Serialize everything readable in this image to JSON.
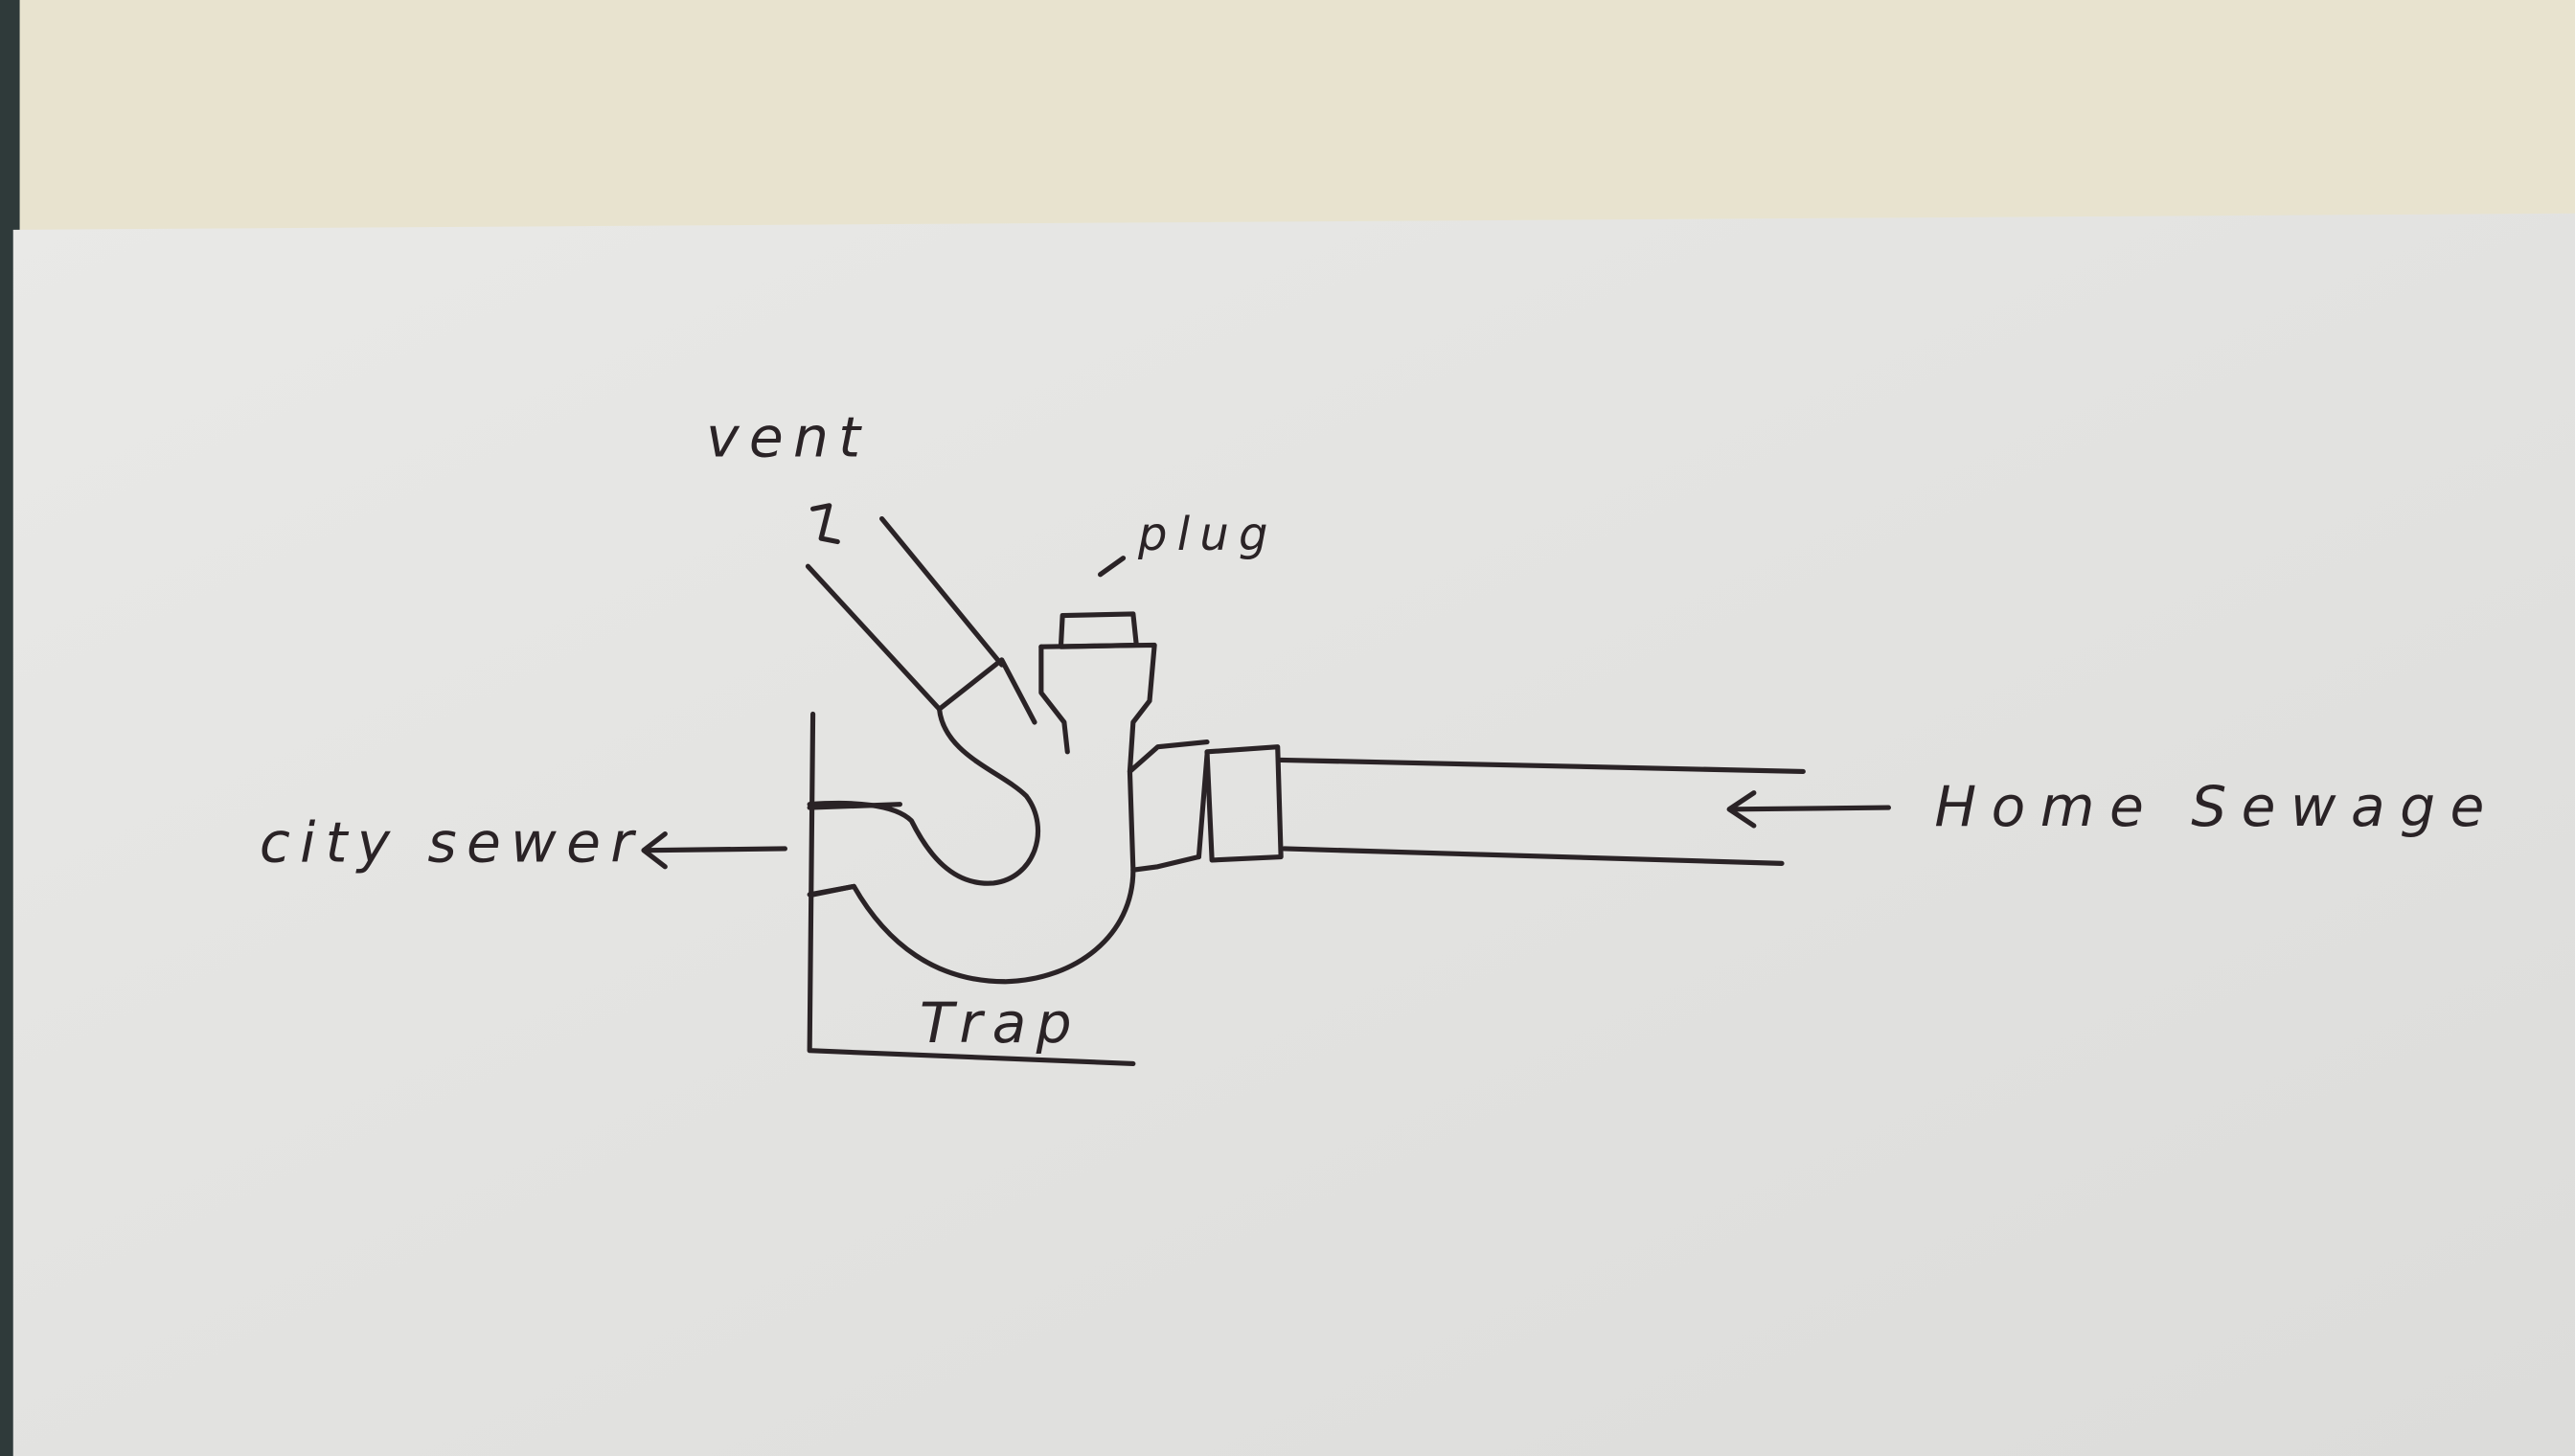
{
  "diagram": {
    "labels": {
      "vent": "vent",
      "plug": "plug",
      "city_sewer": "city sewer",
      "home_sewage": "Home Sewage",
      "trap": "Trap"
    },
    "colors": {
      "ink": "#2a2326",
      "paper": "#e6e6e4",
      "background": "#e8e3cf"
    }
  }
}
